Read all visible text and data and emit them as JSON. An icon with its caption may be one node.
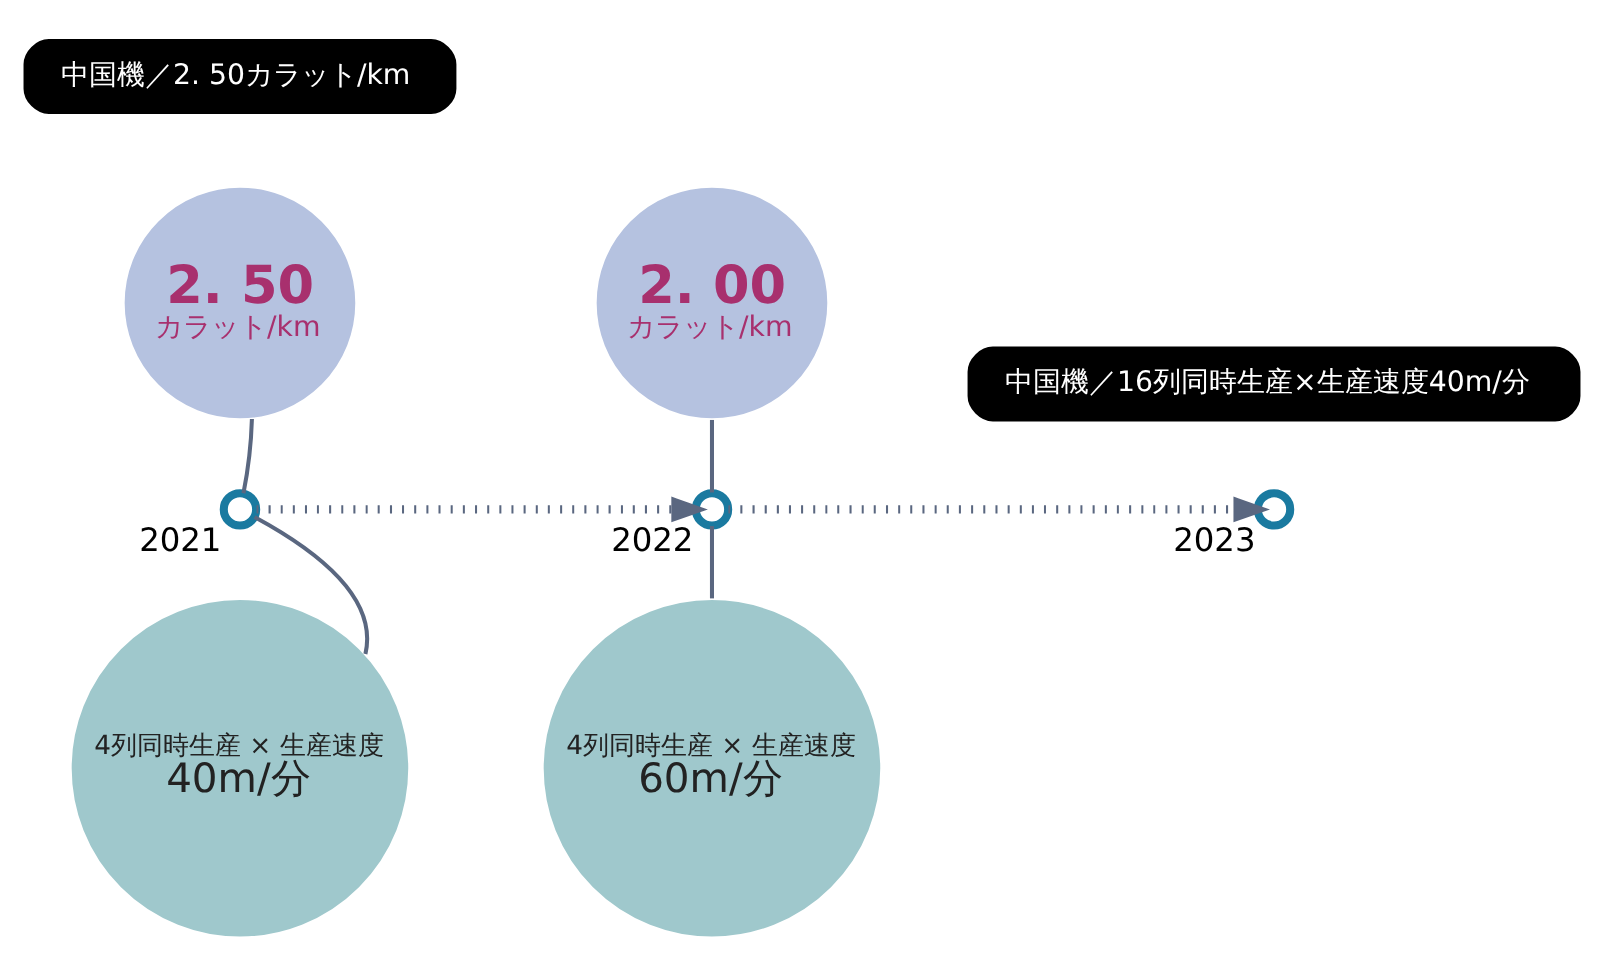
{
  "diagram": {
    "nodes": [
      {
        "text": [
          "中国機／2. 50カラット/km"
        ]
      },
      {
        "text": [
          "2. 50",
          "カラット/km"
        ]
      },
      {
        "text": [],
        "shape": "circle",
        "beside": [
          "2021"
        ]
      },
      {
        "text": [
          "4列同時生産 × 生産速度",
          "40m/分"
        ]
      },
      {
        "text": [
          "2. 00",
          "カラット/km"
        ]
      },
      {
        "text": [],
        "shape": "circle",
        "beside": [
          "2022"
        ]
      },
      {
        "text": [
          "4列同時生産 × 生産速度",
          "60m/分"
        ]
      },
      {
        "text": [],
        "shape": "circle",
        "beside": [
          "2023"
        ]
      },
      {
        "text": [
          "中国機／16列同時生産×生産速度40m/分"
        ]
      }
    ],
    "edges": [
      {
        "from": 1,
        "to": 2,
        "arrow": "none"
      },
      {
        "from": 2,
        "to": 3,
        "arrow": "none"
      },
      {
        "from": 4,
        "to": 5,
        "arrow": "none"
      },
      {
        "from": 5,
        "to": 6,
        "arrow": "none"
      },
      {
        "from": 2,
        "to": 5,
        "arrow": "to",
        "style": "dashed"
      },
      {
        "from": 5,
        "to": 7,
        "arrow": "to",
        "style": "dashed"
      }
    ]
  }
}
